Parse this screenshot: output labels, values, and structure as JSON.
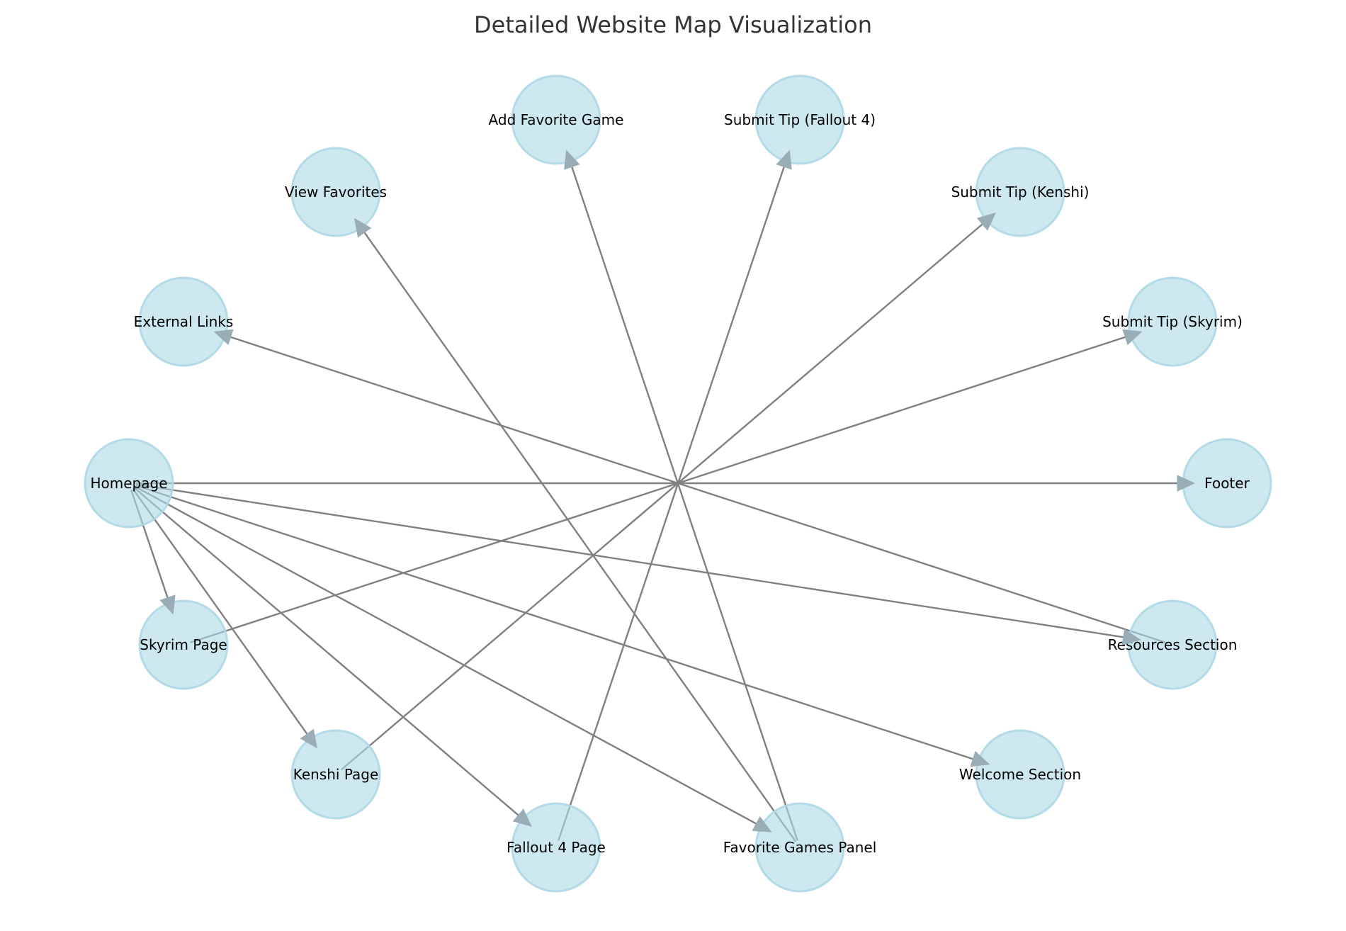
{
  "title": "Detailed Website Map Visualization",
  "colors": {
    "node_fill": "#add8e6",
    "edge": "#808080",
    "arrow": "#9aadb6",
    "title": "#333333"
  },
  "nodes": [
    {
      "id": "homepage",
      "label": "Homepage"
    },
    {
      "id": "skyrim",
      "label": "Skyrim Page"
    },
    {
      "id": "kenshi",
      "label": "Kenshi Page"
    },
    {
      "id": "fallout4",
      "label": "Fallout 4 Page"
    },
    {
      "id": "favgames",
      "label": "Favorite Games Panel"
    },
    {
      "id": "welcome",
      "label": "Welcome Section"
    },
    {
      "id": "resources",
      "label": "Resources Section"
    },
    {
      "id": "footer",
      "label": "Footer"
    },
    {
      "id": "tipskyrim",
      "label": "Submit Tip (Skyrim)"
    },
    {
      "id": "tipkenshi",
      "label": "Submit Tip (Kenshi)"
    },
    {
      "id": "tipfallout",
      "label": "Submit Tip (Fallout 4)"
    },
    {
      "id": "addfav",
      "label": "Add Favorite Game"
    },
    {
      "id": "viewfav",
      "label": "View Favorites"
    },
    {
      "id": "external",
      "label": "External Links"
    }
  ],
  "edges": [
    {
      "from": "homepage",
      "to": "skyrim"
    },
    {
      "from": "homepage",
      "to": "kenshi"
    },
    {
      "from": "homepage",
      "to": "fallout4"
    },
    {
      "from": "homepage",
      "to": "favgames"
    },
    {
      "from": "homepage",
      "to": "welcome"
    },
    {
      "from": "homepage",
      "to": "resources"
    },
    {
      "from": "homepage",
      "to": "footer"
    },
    {
      "from": "skyrim",
      "to": "tipskyrim"
    },
    {
      "from": "kenshi",
      "to": "tipkenshi"
    },
    {
      "from": "fallout4",
      "to": "tipfallout"
    },
    {
      "from": "favgames",
      "to": "addfav"
    },
    {
      "from": "favgames",
      "to": "viewfav"
    },
    {
      "from": "resources",
      "to": "external"
    }
  ]
}
